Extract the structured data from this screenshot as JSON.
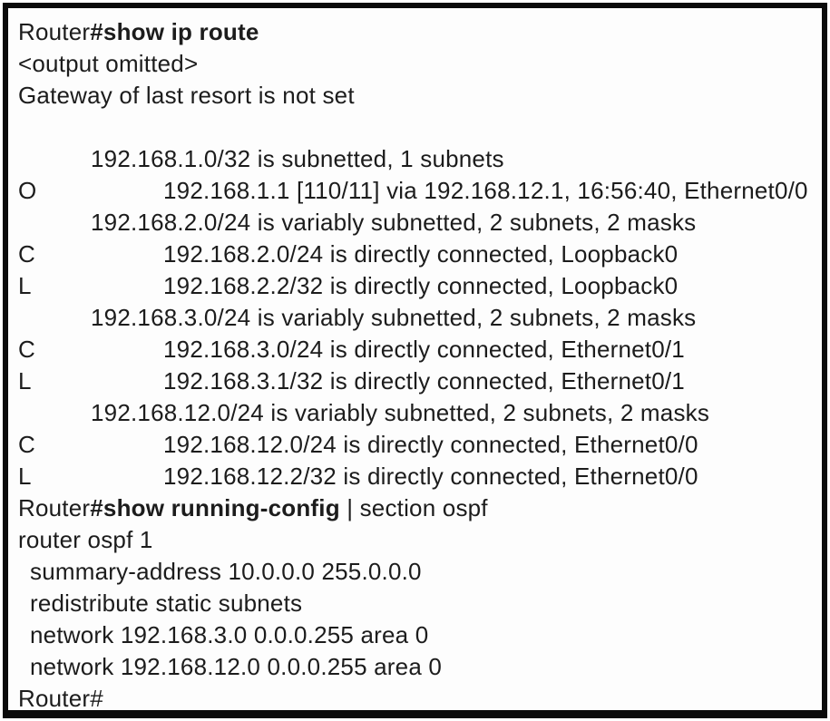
{
  "colors": {
    "frame_border": "#0b0b0b",
    "background": "#fdfdfd",
    "text": "#1c1c1c"
  },
  "terminal": {
    "lines": [
      {
        "indent": 0,
        "label": "",
        "segments": [
          {
            "t": "Router",
            "b": 0
          },
          {
            "t": "#show ip route",
            "b": 1
          }
        ]
      },
      {
        "indent": 0,
        "label": "",
        "segments": [
          {
            "t": "<output omitted>",
            "b": 0
          }
        ]
      },
      {
        "indent": 0,
        "label": "",
        "segments": [
          {
            "t": "Gateway of last resort is not set",
            "b": 0
          }
        ]
      },
      {
        "indent": 0,
        "label": "",
        "segments": []
      },
      {
        "indent": 1,
        "label": "",
        "segments": [
          {
            "t": "192.168.1.0/32 is subnetted, 1 subnets",
            "b": 0
          }
        ]
      },
      {
        "indent": 2,
        "label": "O",
        "segments": [
          {
            "t": "192.168.1.1 [110/11] via 192.168.12.1, 16:56:40, Ethernet0/0",
            "b": 0
          }
        ]
      },
      {
        "indent": 1,
        "label": "",
        "segments": [
          {
            "t": "192.168.2.0/24 is variably subnetted, 2 subnets, 2 masks",
            "b": 0
          }
        ]
      },
      {
        "indent": 2,
        "label": "C",
        "segments": [
          {
            "t": "192.168.2.0/24 is directly connected, Loopback0",
            "b": 0
          }
        ]
      },
      {
        "indent": 2,
        "label": "L",
        "segments": [
          {
            "t": "192.168.2.2/32 is directly connected, Loopback0",
            "b": 0
          }
        ]
      },
      {
        "indent": 1,
        "label": "",
        "segments": [
          {
            "t": "192.168.3.0/24 is variably subnetted, 2 subnets, 2 masks",
            "b": 0
          }
        ]
      },
      {
        "indent": 2,
        "label": "C",
        "segments": [
          {
            "t": "192.168.3.0/24 is directly connected, Ethernet0/1",
            "b": 0
          }
        ]
      },
      {
        "indent": 2,
        "label": "L",
        "segments": [
          {
            "t": "192.168.3.1/32 is directly connected, Ethernet0/1",
            "b": 0
          }
        ]
      },
      {
        "indent": 1,
        "label": "",
        "segments": [
          {
            "t": "192.168.12.0/24 is variably subnetted, 2 subnets, 2 masks",
            "b": 0
          }
        ]
      },
      {
        "indent": 2,
        "label": "C",
        "segments": [
          {
            "t": "192.168.12.0/24 is directly connected, Ethernet0/0",
            "b": 0
          }
        ]
      },
      {
        "indent": 2,
        "label": "L",
        "segments": [
          {
            "t": "192.168.12.2/32 is directly connected, Ethernet0/0",
            "b": 0
          }
        ]
      },
      {
        "indent": 0,
        "label": "",
        "segments": [
          {
            "t": "Router",
            "b": 0
          },
          {
            "t": "#show running-config",
            "b": 1
          },
          {
            "t": " | section ospf",
            "b": 0
          }
        ]
      },
      {
        "indent": 0,
        "label": "",
        "segments": [
          {
            "t": "router ospf 1",
            "b": 0
          }
        ]
      },
      {
        "indent": 3,
        "label": "",
        "segments": [
          {
            "t": "summary-address 10.0.0.0 255.0.0.0",
            "b": 0
          }
        ]
      },
      {
        "indent": 3,
        "label": "",
        "segments": [
          {
            "t": "redistribute static subnets",
            "b": 0
          }
        ]
      },
      {
        "indent": 3,
        "label": "",
        "segments": [
          {
            "t": "network 192.168.3.0 0.0.0.255 area 0",
            "b": 0
          }
        ]
      },
      {
        "indent": 3,
        "label": "",
        "segments": [
          {
            "t": "network 192.168.12.0 0.0.0.255 area 0",
            "b": 0
          }
        ]
      },
      {
        "indent": 0,
        "label": "",
        "segments": [
          {
            "t": "Router#",
            "b": 0
          }
        ]
      }
    ]
  }
}
